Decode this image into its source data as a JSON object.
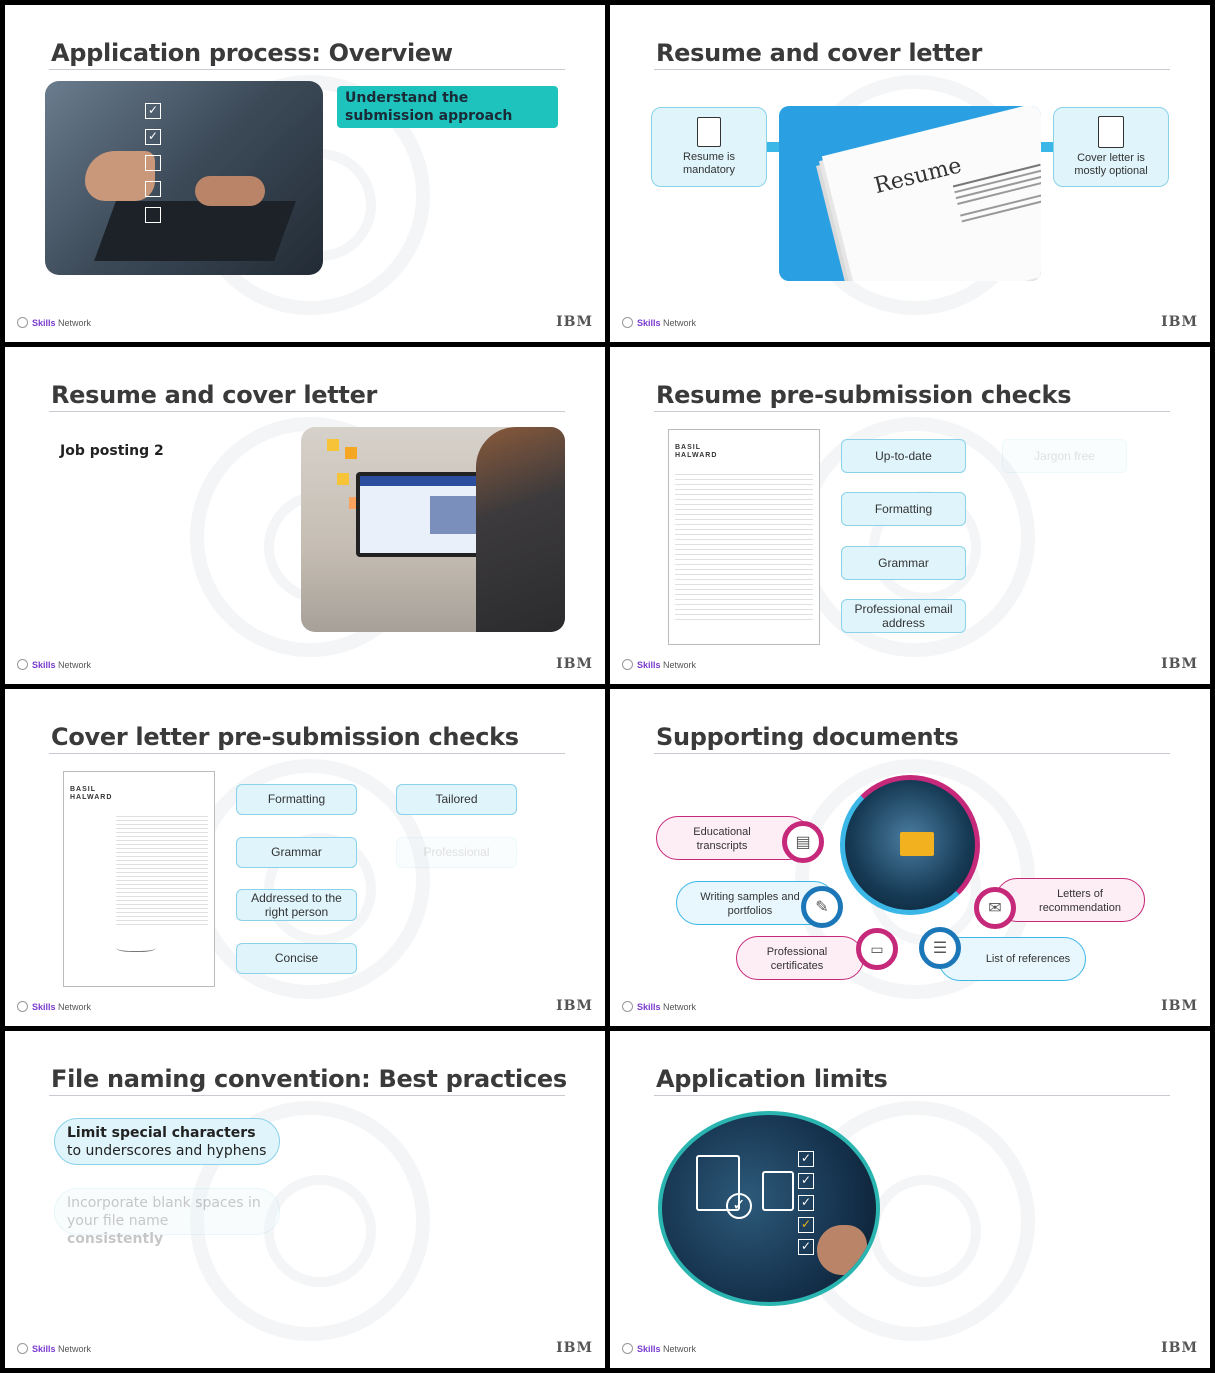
{
  "footer": {
    "brand_bold": "Skills",
    "brand_rest": " Network",
    "ibm": "IBM"
  },
  "slide1": {
    "title": "Application process: Overview",
    "callout": "Understand the submission approach"
  },
  "slide2": {
    "title": "Resume and cover letter",
    "left_box": "Resume is mandatory",
    "right_box": "Cover letter is mostly optional",
    "photo_word": "Resume"
  },
  "slide3": {
    "title": "Resume and cover letter",
    "label": "Job posting 2"
  },
  "slide4": {
    "title": "Resume pre-submission checks",
    "resume_name": "BASIL HALWARD",
    "checks": [
      "Up-to-date",
      "Formatting",
      "Grammar",
      "Professional email address"
    ],
    "faded": "Jargon free"
  },
  "slide5": {
    "title": "Cover letter pre-submission checks",
    "letter_name": "BASIL HALWARD",
    "left_checks": [
      "Formatting",
      "Grammar",
      "Addressed to the right person",
      "Concise"
    ],
    "right_checks": [
      "Tailored"
    ],
    "faded": "Professional"
  },
  "slide6": {
    "title": "Supporting documents",
    "items": [
      "Educational transcripts",
      "Writing samples and portfolios",
      "Professional certificates",
      "Letters of recommendation",
      "List of references"
    ]
  },
  "slide7": {
    "title": "File naming convention: Best practices",
    "pill1_bold": "Limit special characters",
    "pill1_rest": " to underscores and hyphens",
    "pill2_rest": "Incorporate blank spaces in your file name ",
    "pill2_bold": "consistently"
  },
  "slide8": {
    "title": "Application limits"
  }
}
